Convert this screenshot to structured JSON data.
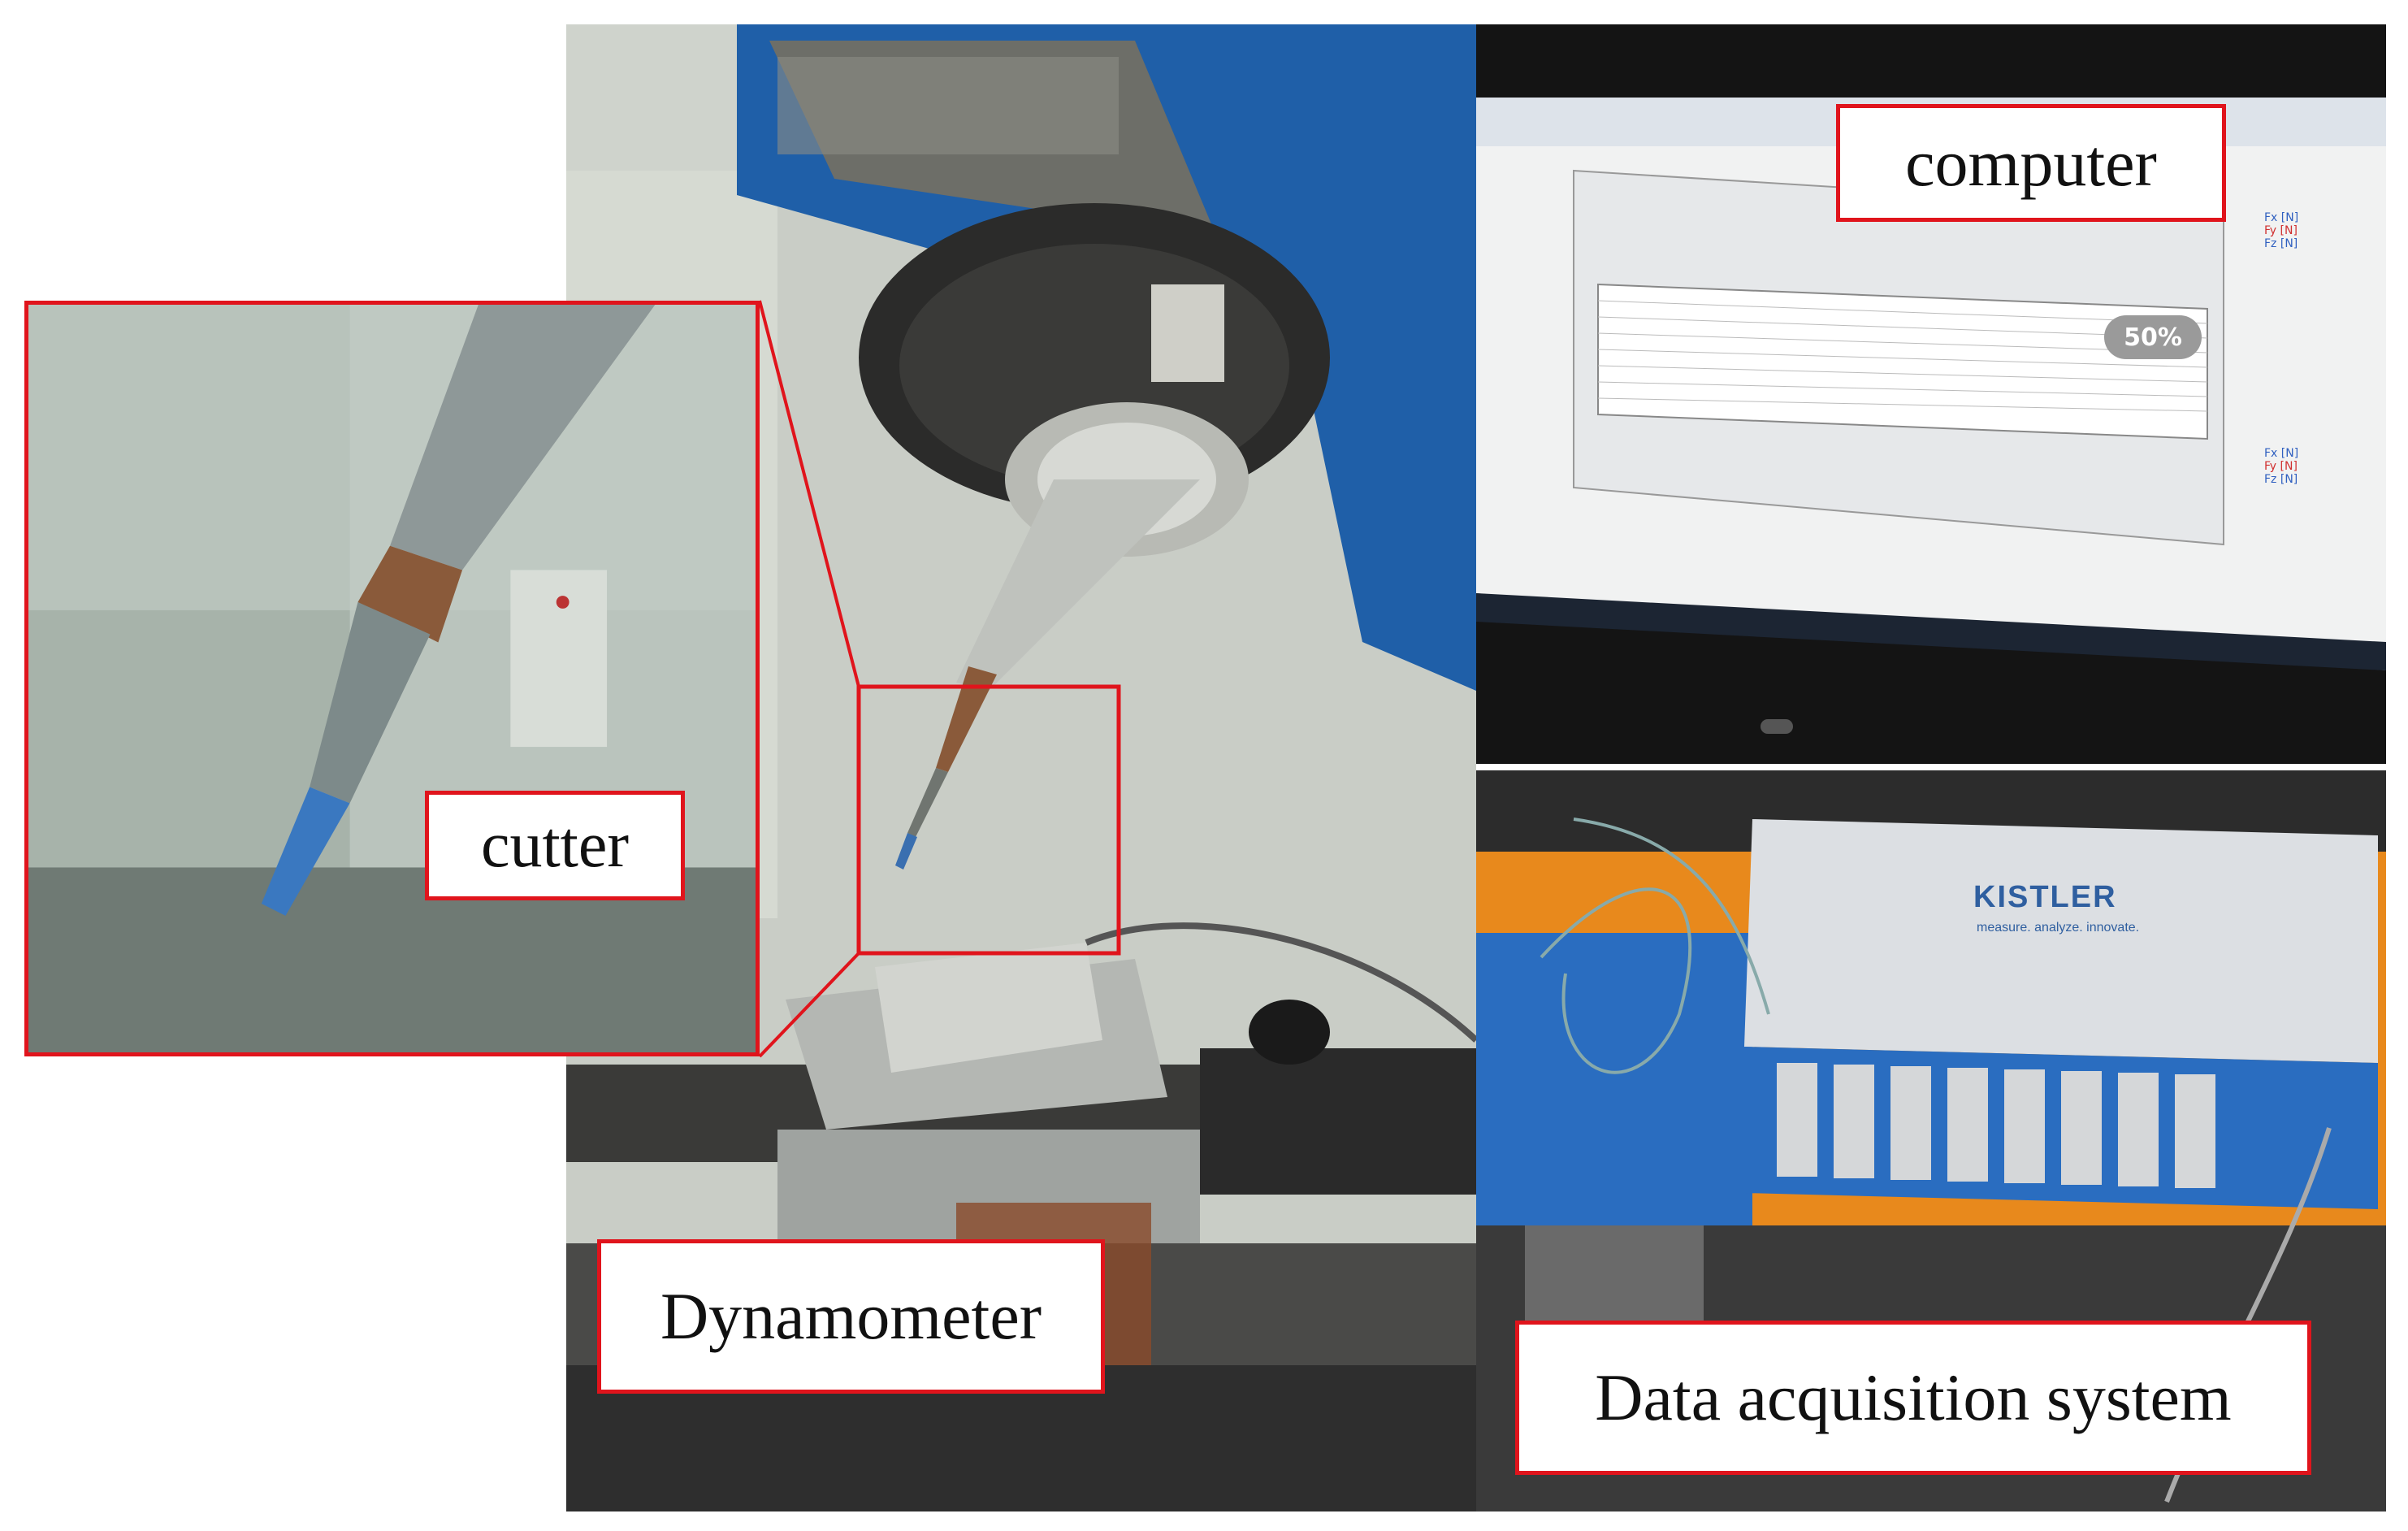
{
  "labels": {
    "cutter": "cutter",
    "computer": "computer",
    "dynamometer": "Dynamometer",
    "daq": "Data acquisition system"
  },
  "screen": {
    "progress_text": "50%",
    "progress_value": 0.5,
    "force_labels_top": [
      "Fx [N]",
      "Fy [N]",
      "Fz [N]"
    ],
    "force_labels_bottom": [
      "Fx [N]",
      "Fy [N]",
      "Fz [N]"
    ]
  },
  "daq_device": {
    "brand": "KISTLER",
    "slogan": "measure. analyze. innovate."
  },
  "colors": {
    "callout_border": "#e0141c",
    "machine_blue": "#1f5fa8",
    "orange_table": "#e8891c"
  }
}
